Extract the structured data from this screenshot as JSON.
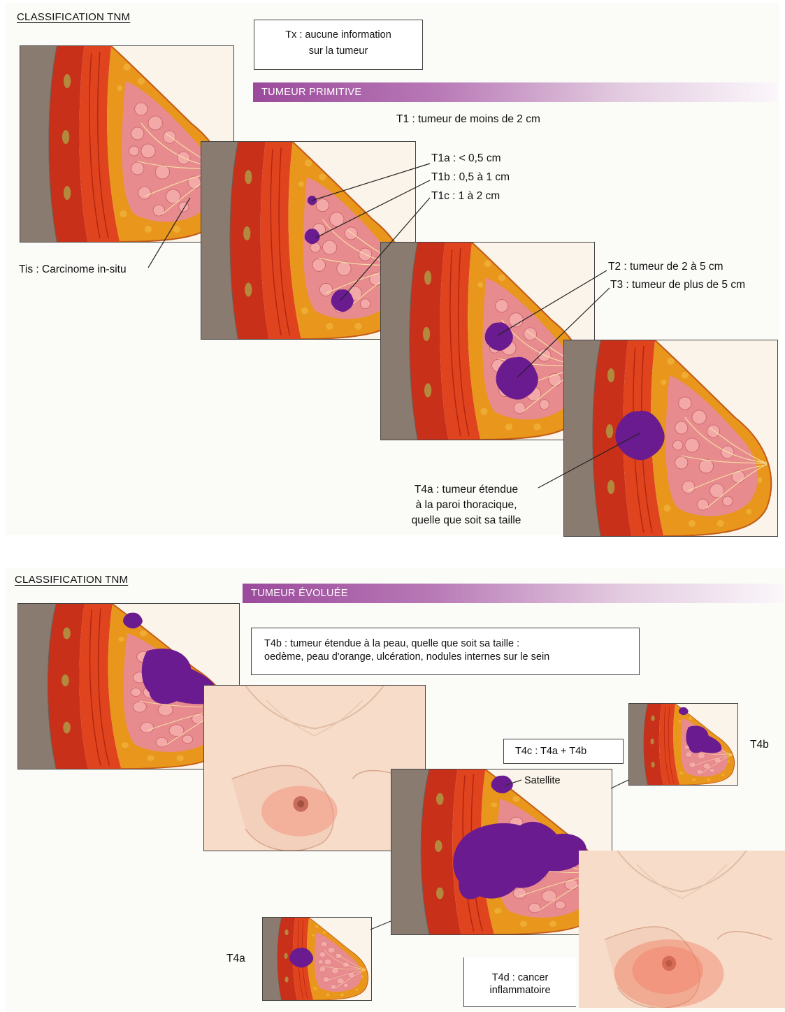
{
  "panel1": {
    "title": "CLASSIFICATION TNM",
    "tx_box": [
      "Tx : aucune information",
      "sur la tumeur"
    ],
    "banner": "TUMEUR PRIMITIVE",
    "t1": "T1 : tumeur de moins de 2 cm",
    "t1a": "T1a : < 0,5 cm",
    "t1b": "T1b :  0,5 à 1 cm",
    "t1c": "T1c :  1 à 2 cm",
    "tis": "Tis : Carcinome in-situ",
    "t2": "T2 : tumeur de 2 à 5 cm",
    "t3": "T3 : tumeur de plus de 5 cm",
    "t4a": [
      "T4a : tumeur étendue",
      "à la paroi thoracique,",
      "quelle que soit sa taille"
    ]
  },
  "panel2": {
    "title": "CLASSIFICATION TNM",
    "banner": "TUMEUR ÉVOLUÉE",
    "t4b_box": [
      "T4b : tumeur étendue à la peau, quelle que soit sa taille :",
      "oedème, peau d'orange, ulcération, nodules internes sur le sein"
    ],
    "t4c_box": "T4c : T4a + T4b",
    "satellite": "Satellite",
    "t4b_label": "T4b",
    "t4a_label": "T4a",
    "t4d_box": [
      "T4d : cancer",
      "inflammatoire"
    ]
  },
  "colors": {
    "banner_purple": "#9b4a9b",
    "tumor_purple": "#6a1b8f",
    "muscle_red": "#d63a1e",
    "fat_orange": "#e8961c",
    "gland_pink": "#e88a8e",
    "skin": "#f5d3bd",
    "chest_wall": "#8a7b70"
  }
}
